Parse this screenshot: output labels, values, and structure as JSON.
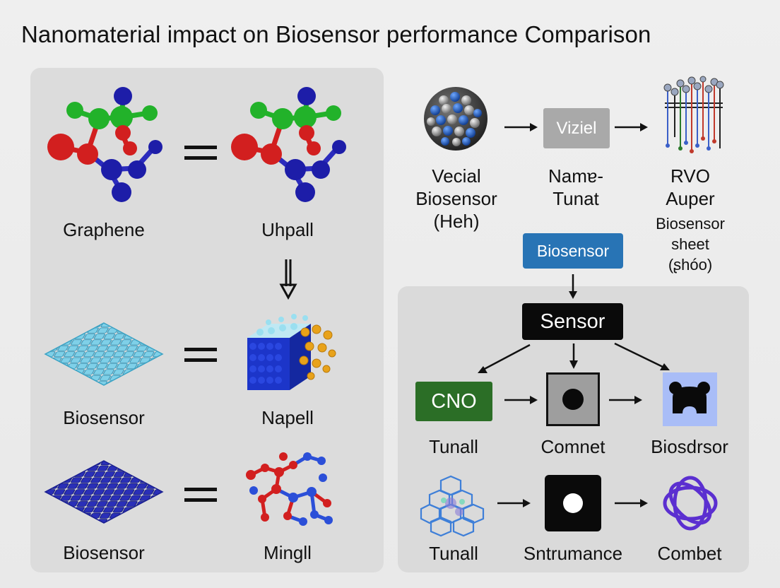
{
  "title": "Nanomaterial impact on Biosensor performance Comparison",
  "left": {
    "row1": {
      "left_label": "Graphene",
      "right_label": "Uhpall"
    },
    "row2": {
      "left_label": "Biosensor",
      "right_label": "Napell"
    },
    "row3": {
      "left_label": "Biosensor",
      "right_label": "Mingll"
    }
  },
  "top_flow": {
    "node1_label_lines": [
      "Vecial",
      "Biosensor",
      "(Heh)"
    ],
    "box_label": "Viziel",
    "node2_label_lines": [
      "Namɐ-",
      "Tunat"
    ],
    "node3_label_lines": [
      "RVO",
      "Auper"
    ],
    "node3_sub_lines": [
      "Biosensor",
      "sheet",
      "(ʂhóo)"
    ],
    "biosensor_box": "Biosensor"
  },
  "right_panel": {
    "sensor_box": "Sensor",
    "cno_box": "CNO",
    "row1_labels": [
      "Tunall",
      "Comnet",
      "Biosdrsor"
    ],
    "row2_labels": [
      "Tunall",
      "Sntrumance",
      "Combet"
    ]
  },
  "colors": {
    "biosensor_blue": "#2874b5",
    "cno_green": "#2b6e26",
    "sensor_black": "#0a0a0a",
    "panel_gray": "#dcdcdc"
  }
}
